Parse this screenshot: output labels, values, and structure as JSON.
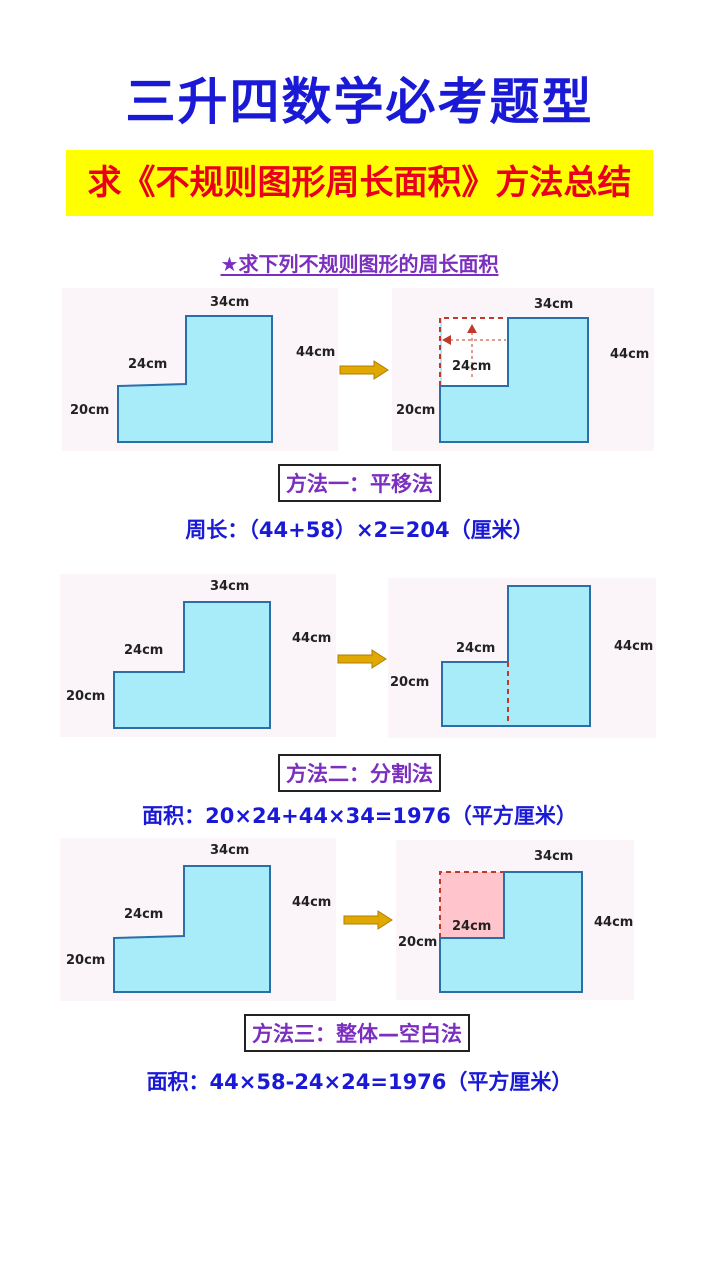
{
  "header": {
    "title": "三升四数学必考题型",
    "subtitle": "求《不规则图形周长面积》方法总结",
    "prompt": "★求下列不规则图形的周长面积"
  },
  "labels": {
    "top": "34cm",
    "right": "44cm",
    "step": "24cm",
    "left": "20cm"
  },
  "methods": [
    {
      "name": "方法一：平移法",
      "formula": "周长：（44+58）×2=204（厘米）"
    },
    {
      "name": "方法二：分割法",
      "formula": "面积：20×24+44×34=1976（平方厘米）"
    },
    {
      "name": "方法三：整体—空白法",
      "formula": "面积：44×58-24×24=1976（平方厘米）"
    }
  ],
  "colors": {
    "title": "#1a1ad6",
    "subtitle_text": "#e8001c",
    "subtitle_bg": "#ffff00",
    "method_text": "#7b2fbf",
    "shape_fill": "#a8ecfa",
    "blank_fill": "#ffc4cc",
    "dashed_line": "#c0392b",
    "arrow": "#e0a800"
  }
}
